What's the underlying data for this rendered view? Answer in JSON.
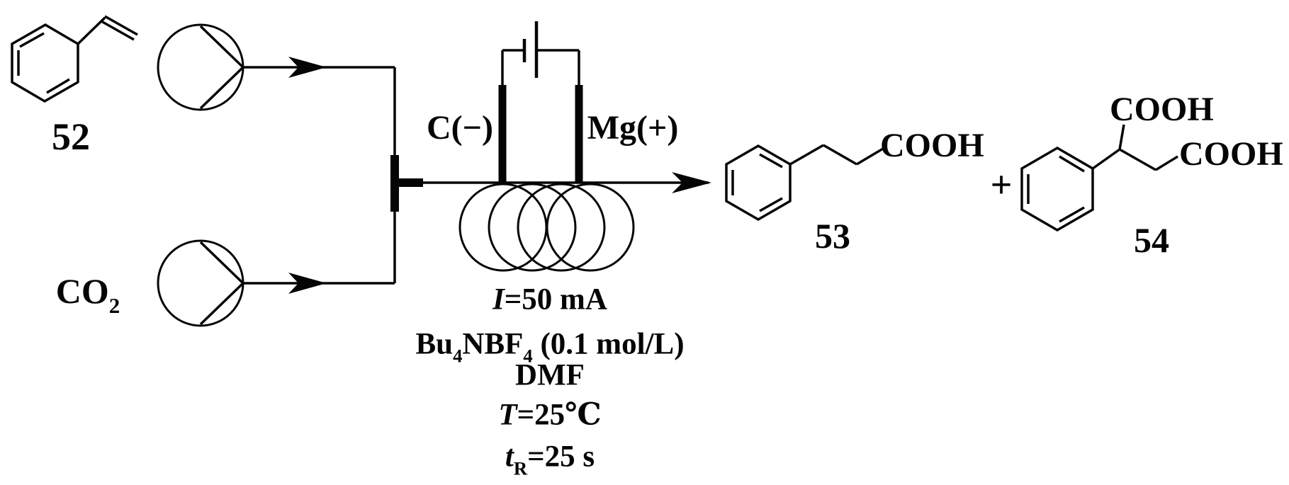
{
  "reactants": {
    "styrene_label": "52",
    "co2_formula": "CO",
    "co2_subscript": "2"
  },
  "cell": {
    "cathode_label": "C(−)",
    "anode_label": "Mg(+)"
  },
  "conditions": {
    "current_symbol": "I",
    "current_value": "=50 mA",
    "electrolyte_part1": "Bu",
    "electrolyte_sub1": "4",
    "electrolyte_part2": "NBF",
    "electrolyte_sub2": "4",
    "electrolyte_part3": " (0.1 mol/L)",
    "solvent": "DMF",
    "temperature_symbol": "T",
    "temperature_value": "=25℃",
    "time_symbol": "t",
    "time_subscript": "R",
    "time_value": "=25 s"
  },
  "products": {
    "plus_sign": "+",
    "product_53": {
      "cooh_label": "COOH",
      "number": "53"
    },
    "product_54": {
      "cooh_top_label": "COOH",
      "cooh_right_label": "COOH",
      "number": "54"
    }
  },
  "colors": {
    "ink": "#000000",
    "background": "#ffffff"
  }
}
